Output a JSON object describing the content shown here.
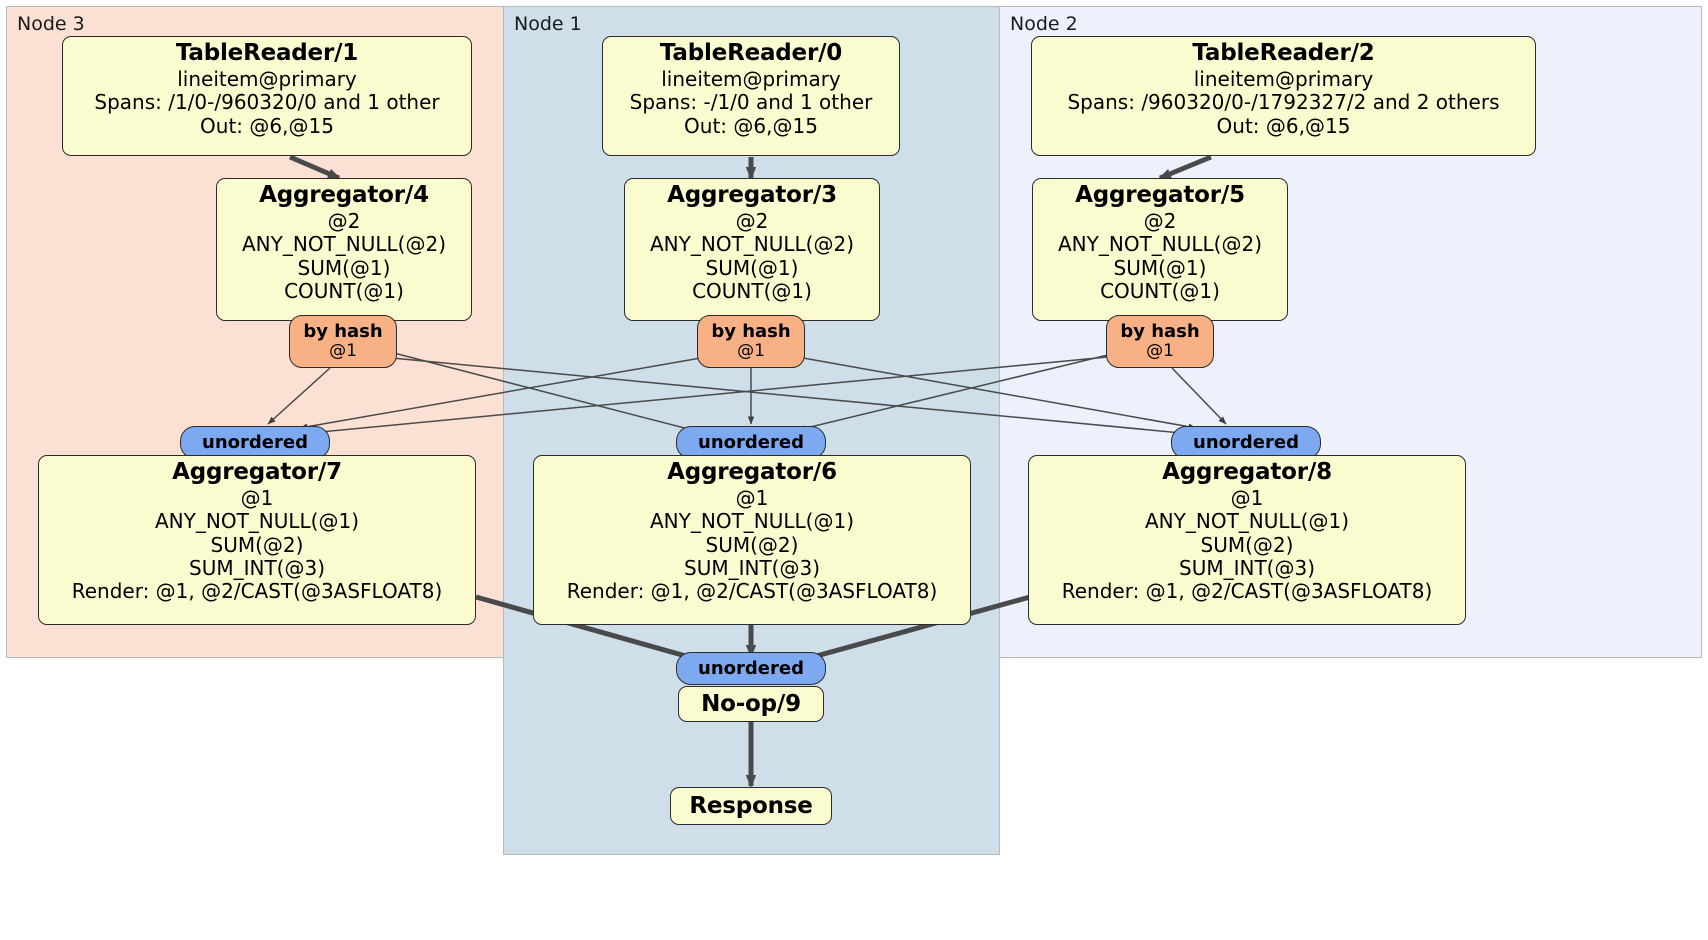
{
  "diagram": {
    "title": "Distributed SQL query plan",
    "colors": {
      "node3_panel": "#fbe0d3",
      "node1_panel": "#cfdfe9",
      "node2_panel": "#ecf1fb",
      "processor_box": "#fbfbd0",
      "hash_badge": "#f7b184",
      "unordered_badge": "#7da9f0",
      "edge": "#3f3f3f",
      "box_border": "#2b2b2b"
    }
  },
  "panels": {
    "node3": {
      "label": "Node 3"
    },
    "node1": {
      "label": "Node 1"
    },
    "node2": {
      "label": "Node 2"
    }
  },
  "processors": {
    "table_reader_1": {
      "title": "TableReader/1",
      "lines": [
        "lineitem@primary",
        "Spans: /1/0-/960320/0 and 1 other",
        "Out: @6,@15"
      ]
    },
    "table_reader_0": {
      "title": "TableReader/0",
      "lines": [
        "lineitem@primary",
        "Spans: -/1/0 and 1 other",
        "Out: @6,@15"
      ]
    },
    "table_reader_2": {
      "title": "TableReader/2",
      "lines": [
        "lineitem@primary",
        "Spans: /960320/0-/1792327/2 and 2 others",
        "Out: @6,@15"
      ]
    },
    "aggregator_4": {
      "title": "Aggregator/4",
      "lines": [
        "@2",
        "ANY_NOT_NULL(@2)",
        "SUM(@1)",
        "COUNT(@1)"
      ]
    },
    "aggregator_3": {
      "title": "Aggregator/3",
      "lines": [
        "@2",
        "ANY_NOT_NULL(@2)",
        "SUM(@1)",
        "COUNT(@1)"
      ]
    },
    "aggregator_5": {
      "title": "Aggregator/5",
      "lines": [
        "@2",
        "ANY_NOT_NULL(@2)",
        "SUM(@1)",
        "COUNT(@1)"
      ]
    },
    "aggregator_7": {
      "title": "Aggregator/7",
      "lines": [
        "@1",
        "ANY_NOT_NULL(@1)",
        "SUM(@2)",
        "SUM_INT(@3)",
        "Render: @1, @2/CAST(@3ASFLOAT8)"
      ]
    },
    "aggregator_6": {
      "title": "Aggregator/6",
      "lines": [
        "@1",
        "ANY_NOT_NULL(@1)",
        "SUM(@2)",
        "SUM_INT(@3)",
        "Render: @1, @2/CAST(@3ASFLOAT8)"
      ]
    },
    "aggregator_8": {
      "title": "Aggregator/8",
      "lines": [
        "@1",
        "ANY_NOT_NULL(@1)",
        "SUM(@2)",
        "SUM_INT(@3)",
        "Render: @1, @2/CAST(@3ASFLOAT8)"
      ]
    },
    "noop_9": {
      "title": "No-op/9"
    },
    "response": {
      "title": "Response"
    }
  },
  "badges": {
    "hash_left": {
      "kind": "by hash",
      "column": "@1"
    },
    "hash_center": {
      "kind": "by hash",
      "column": "@1"
    },
    "hash_right": {
      "kind": "by hash",
      "column": "@1"
    },
    "unordered_left": {
      "kind": "unordered"
    },
    "unordered_center": {
      "kind": "unordered"
    },
    "unordered_right": {
      "kind": "unordered"
    },
    "unordered_final": {
      "kind": "unordered"
    }
  }
}
